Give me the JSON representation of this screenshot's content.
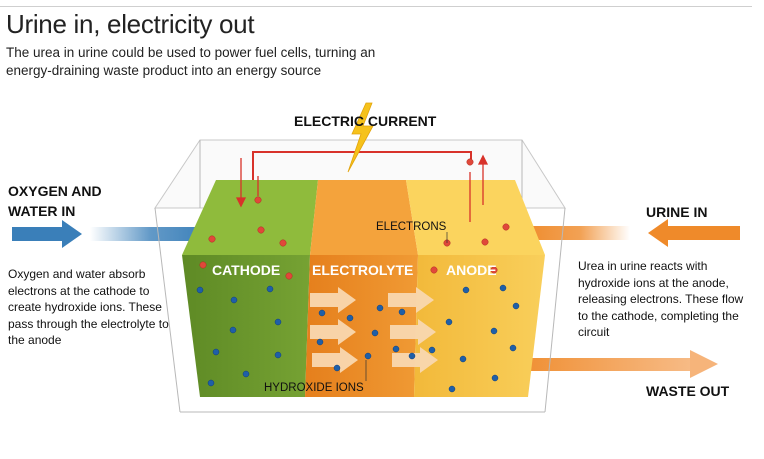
{
  "header": {
    "title": "Urine in, electricity out",
    "subtitle": "The urea in urine could be used to power fuel cells, turning an energy-draining waste product into an energy source"
  },
  "labels": {
    "electric_current": "ELECTRIC CURRENT",
    "oxygen_in": "OXYGEN AND WATER IN",
    "urine_in": "URINE IN",
    "waste_out": "WASTE OUT",
    "electrons": "ELECTRONS",
    "hydroxide_ions": "HYDROXIDE IONS"
  },
  "segments": {
    "cathode": "CATHODE",
    "electrolyte": "ELECTROLYTE",
    "anode": "ANODE"
  },
  "descriptions": {
    "left": "Oxygen and water absorb electrons at the cathode to create hydroxide ions. These pass through the electrolyte to the anode",
    "right": "Urea in urine reacts with hydroxide ions at the anode, releasing electrons. These flow to the cathode, completing the circuit"
  },
  "colors": {
    "cathode": "#6f9a2e",
    "electrolyte": "#ec8a22",
    "anode": "#f6c343",
    "oxygen_arrow": "#2f78b5",
    "urine_arrow": "#ef8a2a",
    "electron": "#e0483a",
    "hydroxide": "#1f5fa8",
    "wire": "#d8322a",
    "bolt": "#f6c21b"
  }
}
